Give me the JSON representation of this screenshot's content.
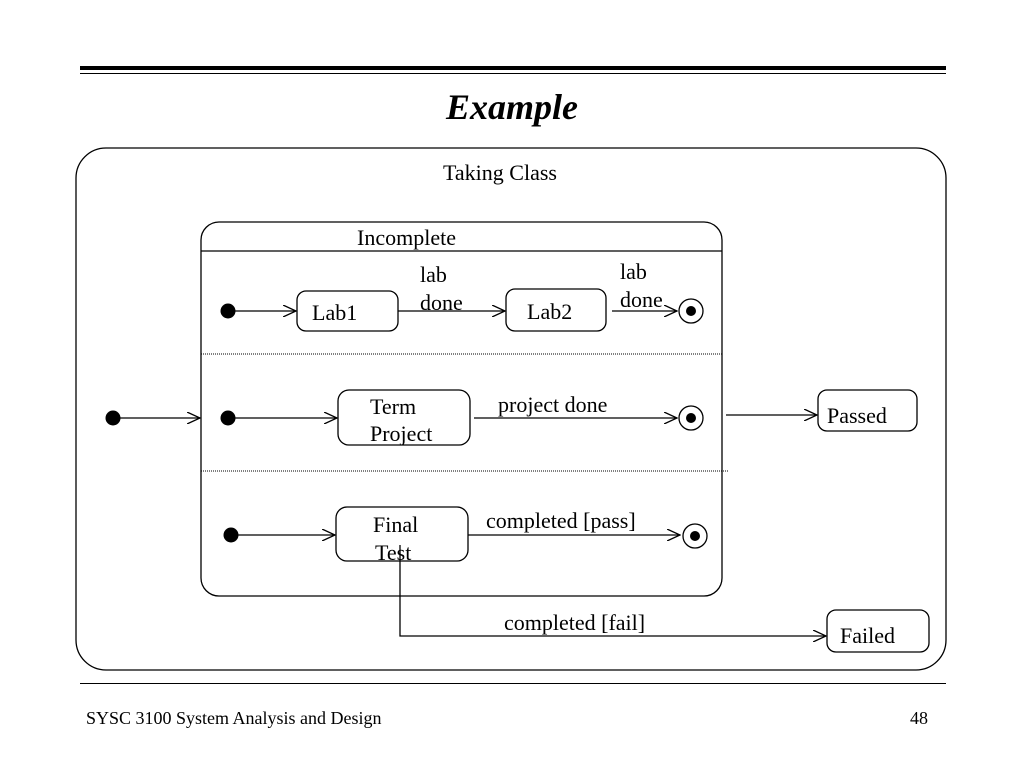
{
  "slide": {
    "title": "Example",
    "footer": "SYSC 3100 System Analysis and Design",
    "page_number": "48"
  },
  "diagram": {
    "outer_state": "Taking Class",
    "composite_state": "Incomplete",
    "states": {
      "lab1": "Lab1",
      "lab2": "Lab2",
      "term_project_line1": "Term",
      "term_project_line2": "Project",
      "final_test_line1": "Final",
      "final_test_line2": "Test",
      "passed": "Passed",
      "failed": "Failed"
    },
    "transitions": {
      "lab_done_1_line1": "lab",
      "lab_done_1_line2": "done",
      "lab_done_2_line1": "lab",
      "lab_done_2_line2": "done",
      "project_done": "project done",
      "completed_pass": "completed [pass]",
      "completed_fail": "completed [fail]"
    }
  }
}
